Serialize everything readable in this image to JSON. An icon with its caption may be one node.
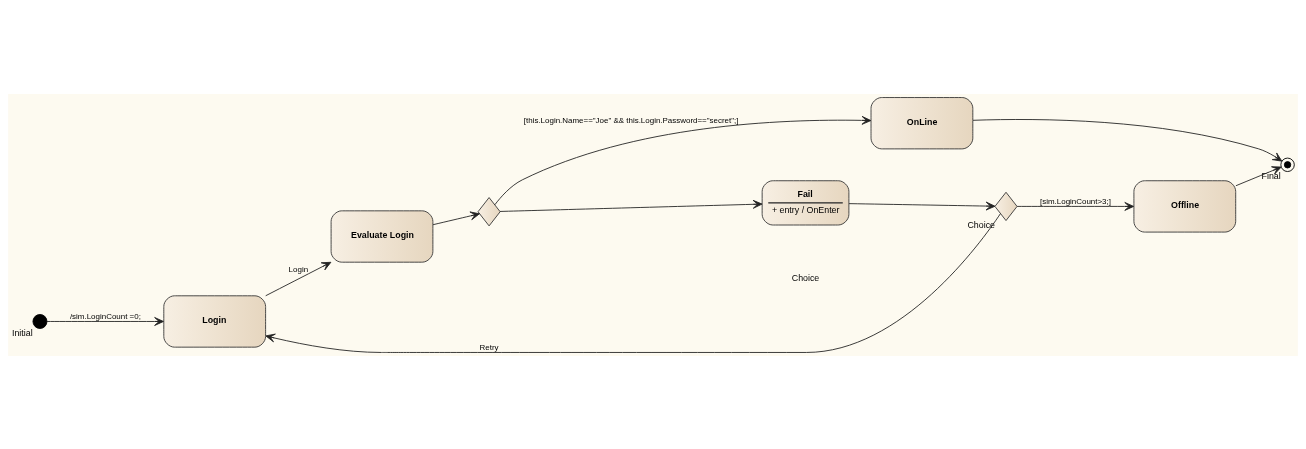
{
  "diagram": {
    "nodes": [
      {
        "text": [],
        "shape": "circle",
        "beside": [
          "Initial"
        ]
      },
      {
        "text": [
          "Login"
        ]
      },
      {
        "text": [
          "Evaluate Login"
        ]
      },
      {
        "text": [],
        "shape": "diamond"
      },
      {
        "text": [
          "OnLine"
        ]
      },
      {
        "text": [
          "Fail",
          "+ entry / OnEnter"
        ]
      },
      {
        "text": [],
        "shape": "bullseye",
        "beside": [
          "Final"
        ]
      },
      {
        "text": [
          "Offline"
        ]
      },
      {
        "text": [],
        "shape": "diamond",
        "beside": [
          "Choice"
        ]
      }
    ],
    "edges": [
      {
        "from": 0,
        "to": 1,
        "arrow": "to",
        "label": "/sim.LoginCount =0;"
      },
      {
        "from": 1,
        "to": 2,
        "arrow": "to",
        "label": "Login"
      },
      {
        "from": 2,
        "to": 3,
        "arrow": "to"
      },
      {
        "from": 3,
        "to": 4,
        "arrow": "to",
        "label": "[this.Login.Name==\"Joe\" && this.Login.Password==\"secret\";]"
      },
      {
        "from": 3,
        "to": 5,
        "arrow": "to"
      },
      {
        "from": 4,
        "to": 6,
        "arrow": "to"
      },
      {
        "from": 5,
        "to": 8,
        "arrow": "to"
      },
      {
        "from": 8,
        "to": 1,
        "arrow": "to",
        "label": "Retry"
      },
      {
        "from": 8,
        "to": 7,
        "arrow": "to",
        "label": "[sim.LoginCount>3;]"
      },
      {
        "from": 7,
        "to": 6,
        "arrow": "to"
      }
    ],
    "labels": [
      "Choice"
    ]
  }
}
